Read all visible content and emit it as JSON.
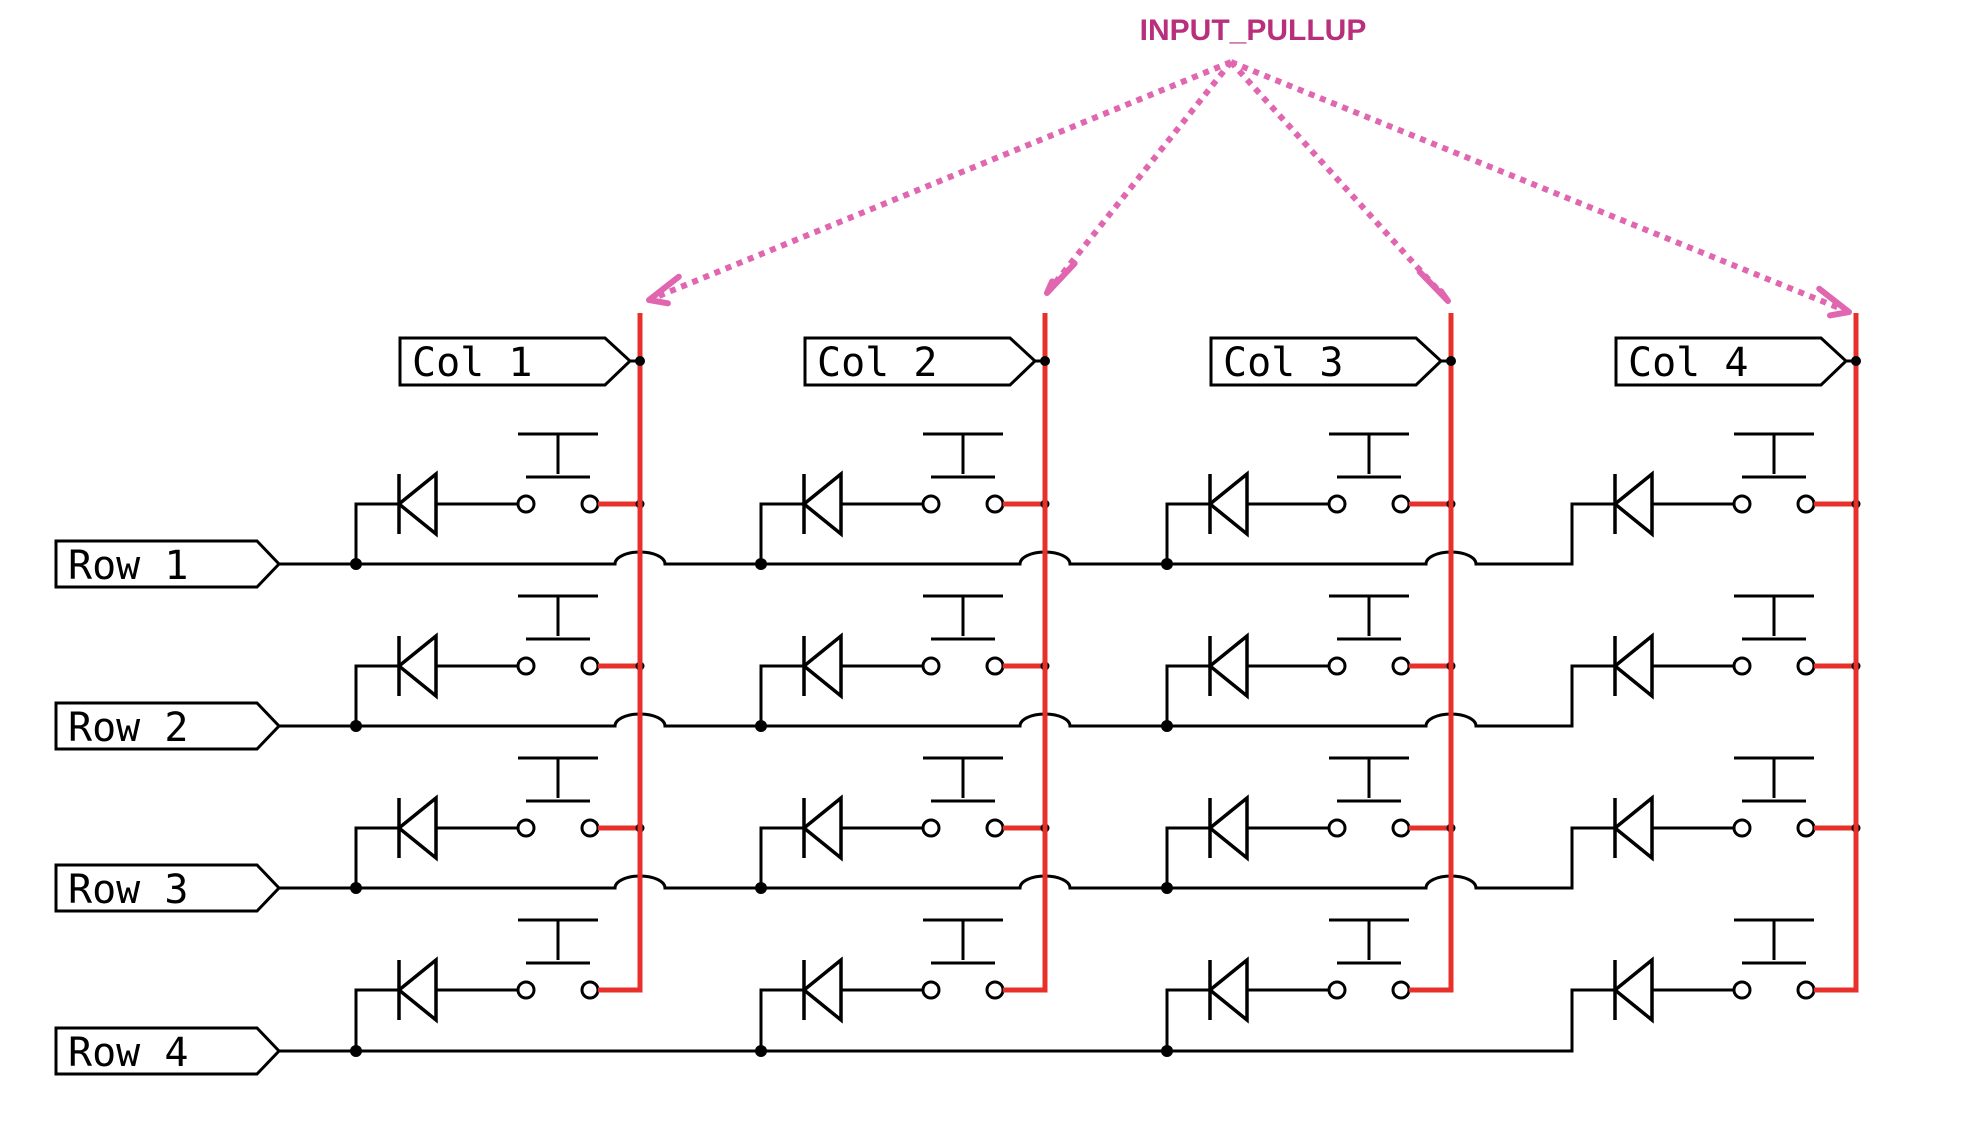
{
  "annotation": {
    "text": "INPUT_PULLUP",
    "color": "#b8307c",
    "arrow_color": "#e066b0"
  },
  "column_wire_color": "#e8302a",
  "columns": [
    {
      "label": "Col 1"
    },
    {
      "label": "Col 2"
    },
    {
      "label": "Col 3"
    },
    {
      "label": "Col 4"
    }
  ],
  "rows": [
    {
      "label": "Row 1"
    },
    {
      "label": "Row 2"
    },
    {
      "label": "Row 3"
    },
    {
      "label": "Row 4"
    }
  ]
}
